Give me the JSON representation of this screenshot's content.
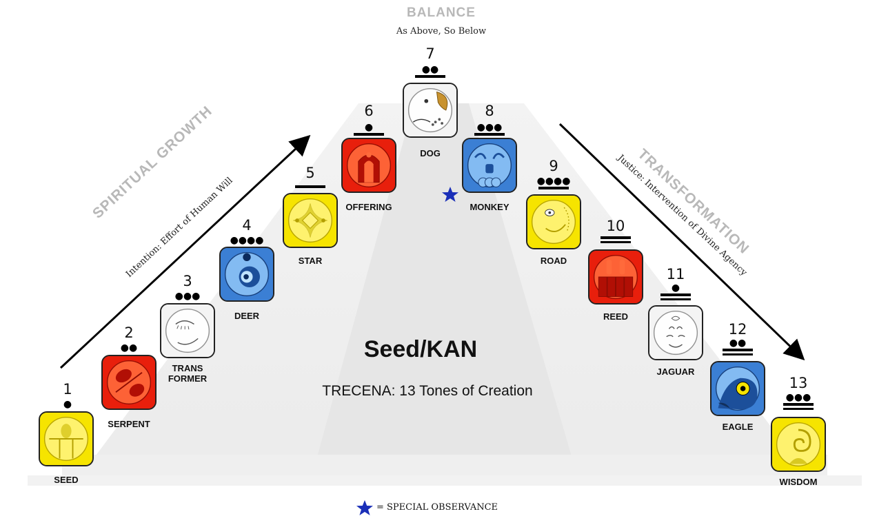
{
  "balance": {
    "title": "BALANCE",
    "subtitle": "As Above, So Below"
  },
  "left_phase": {
    "title": "SPIRITUAL GROWTH",
    "subtitle": "Intention: Effort of Human Will"
  },
  "right_phase": {
    "title": "TRANSFORMATION",
    "subtitle": "Justice: Intervention of Divine Agency"
  },
  "center": {
    "title": "Seed/KAN",
    "subtitle": "TRECENA: 13 Tones of Creation"
  },
  "legend": {
    "label": "= SPECIAL OBSERVANCE",
    "icon": "blue-star-icon",
    "color": "#1a2fb8"
  },
  "colors": {
    "yellow": "#f6e400",
    "red": "#e81f0c",
    "white": "#f4f4f4",
    "blue": "#3b7fd4",
    "phase_title": "#b8b8b8"
  },
  "tones": [
    {
      "number": "1",
      "dots": "●",
      "bars": 0,
      "name": "SEED",
      "color": "yellow",
      "icon": "seed-glyph-icon"
    },
    {
      "number": "2",
      "dots": "●●",
      "bars": 0,
      "name": "SERPENT",
      "color": "red",
      "icon": "serpent-glyph-icon"
    },
    {
      "number": "3",
      "dots": "●●●",
      "bars": 0,
      "name": "TRANS\nFORMER",
      "color": "white",
      "icon": "transformer-glyph-icon"
    },
    {
      "number": "4",
      "dots": "●●●●",
      "bars": 0,
      "name": "DEER",
      "color": "blue",
      "icon": "deer-glyph-icon"
    },
    {
      "number": "5",
      "dots": "",
      "bars": 1,
      "name": "STAR",
      "color": "yellow",
      "icon": "star-glyph-icon"
    },
    {
      "number": "6",
      "dots": "●",
      "bars": 1,
      "name": "OFFERING",
      "color": "red",
      "icon": "offering-glyph-icon"
    },
    {
      "number": "7",
      "dots": "●●",
      "bars": 1,
      "name": "DOG",
      "color": "white",
      "icon": "dog-glyph-icon"
    },
    {
      "number": "8",
      "dots": "●●●",
      "bars": 1,
      "name": "MONKEY",
      "color": "blue",
      "icon": "monkey-glyph-icon",
      "special": true
    },
    {
      "number": "9",
      "dots": "●●●●",
      "bars": 1,
      "name": "ROAD",
      "color": "yellow",
      "icon": "road-glyph-icon"
    },
    {
      "number": "10",
      "dots": "",
      "bars": 2,
      "name": "REED",
      "color": "red",
      "icon": "reed-glyph-icon"
    },
    {
      "number": "11",
      "dots": "●",
      "bars": 2,
      "name": "JAGUAR",
      "color": "white",
      "icon": "jaguar-glyph-icon"
    },
    {
      "number": "12",
      "dots": "●●",
      "bars": 2,
      "name": "EAGLE",
      "color": "blue",
      "icon": "eagle-glyph-icon"
    },
    {
      "number": "13",
      "dots": "●●●",
      "bars": 2,
      "name": "WISDOM",
      "color": "yellow",
      "icon": "wisdom-glyph-icon"
    }
  ]
}
